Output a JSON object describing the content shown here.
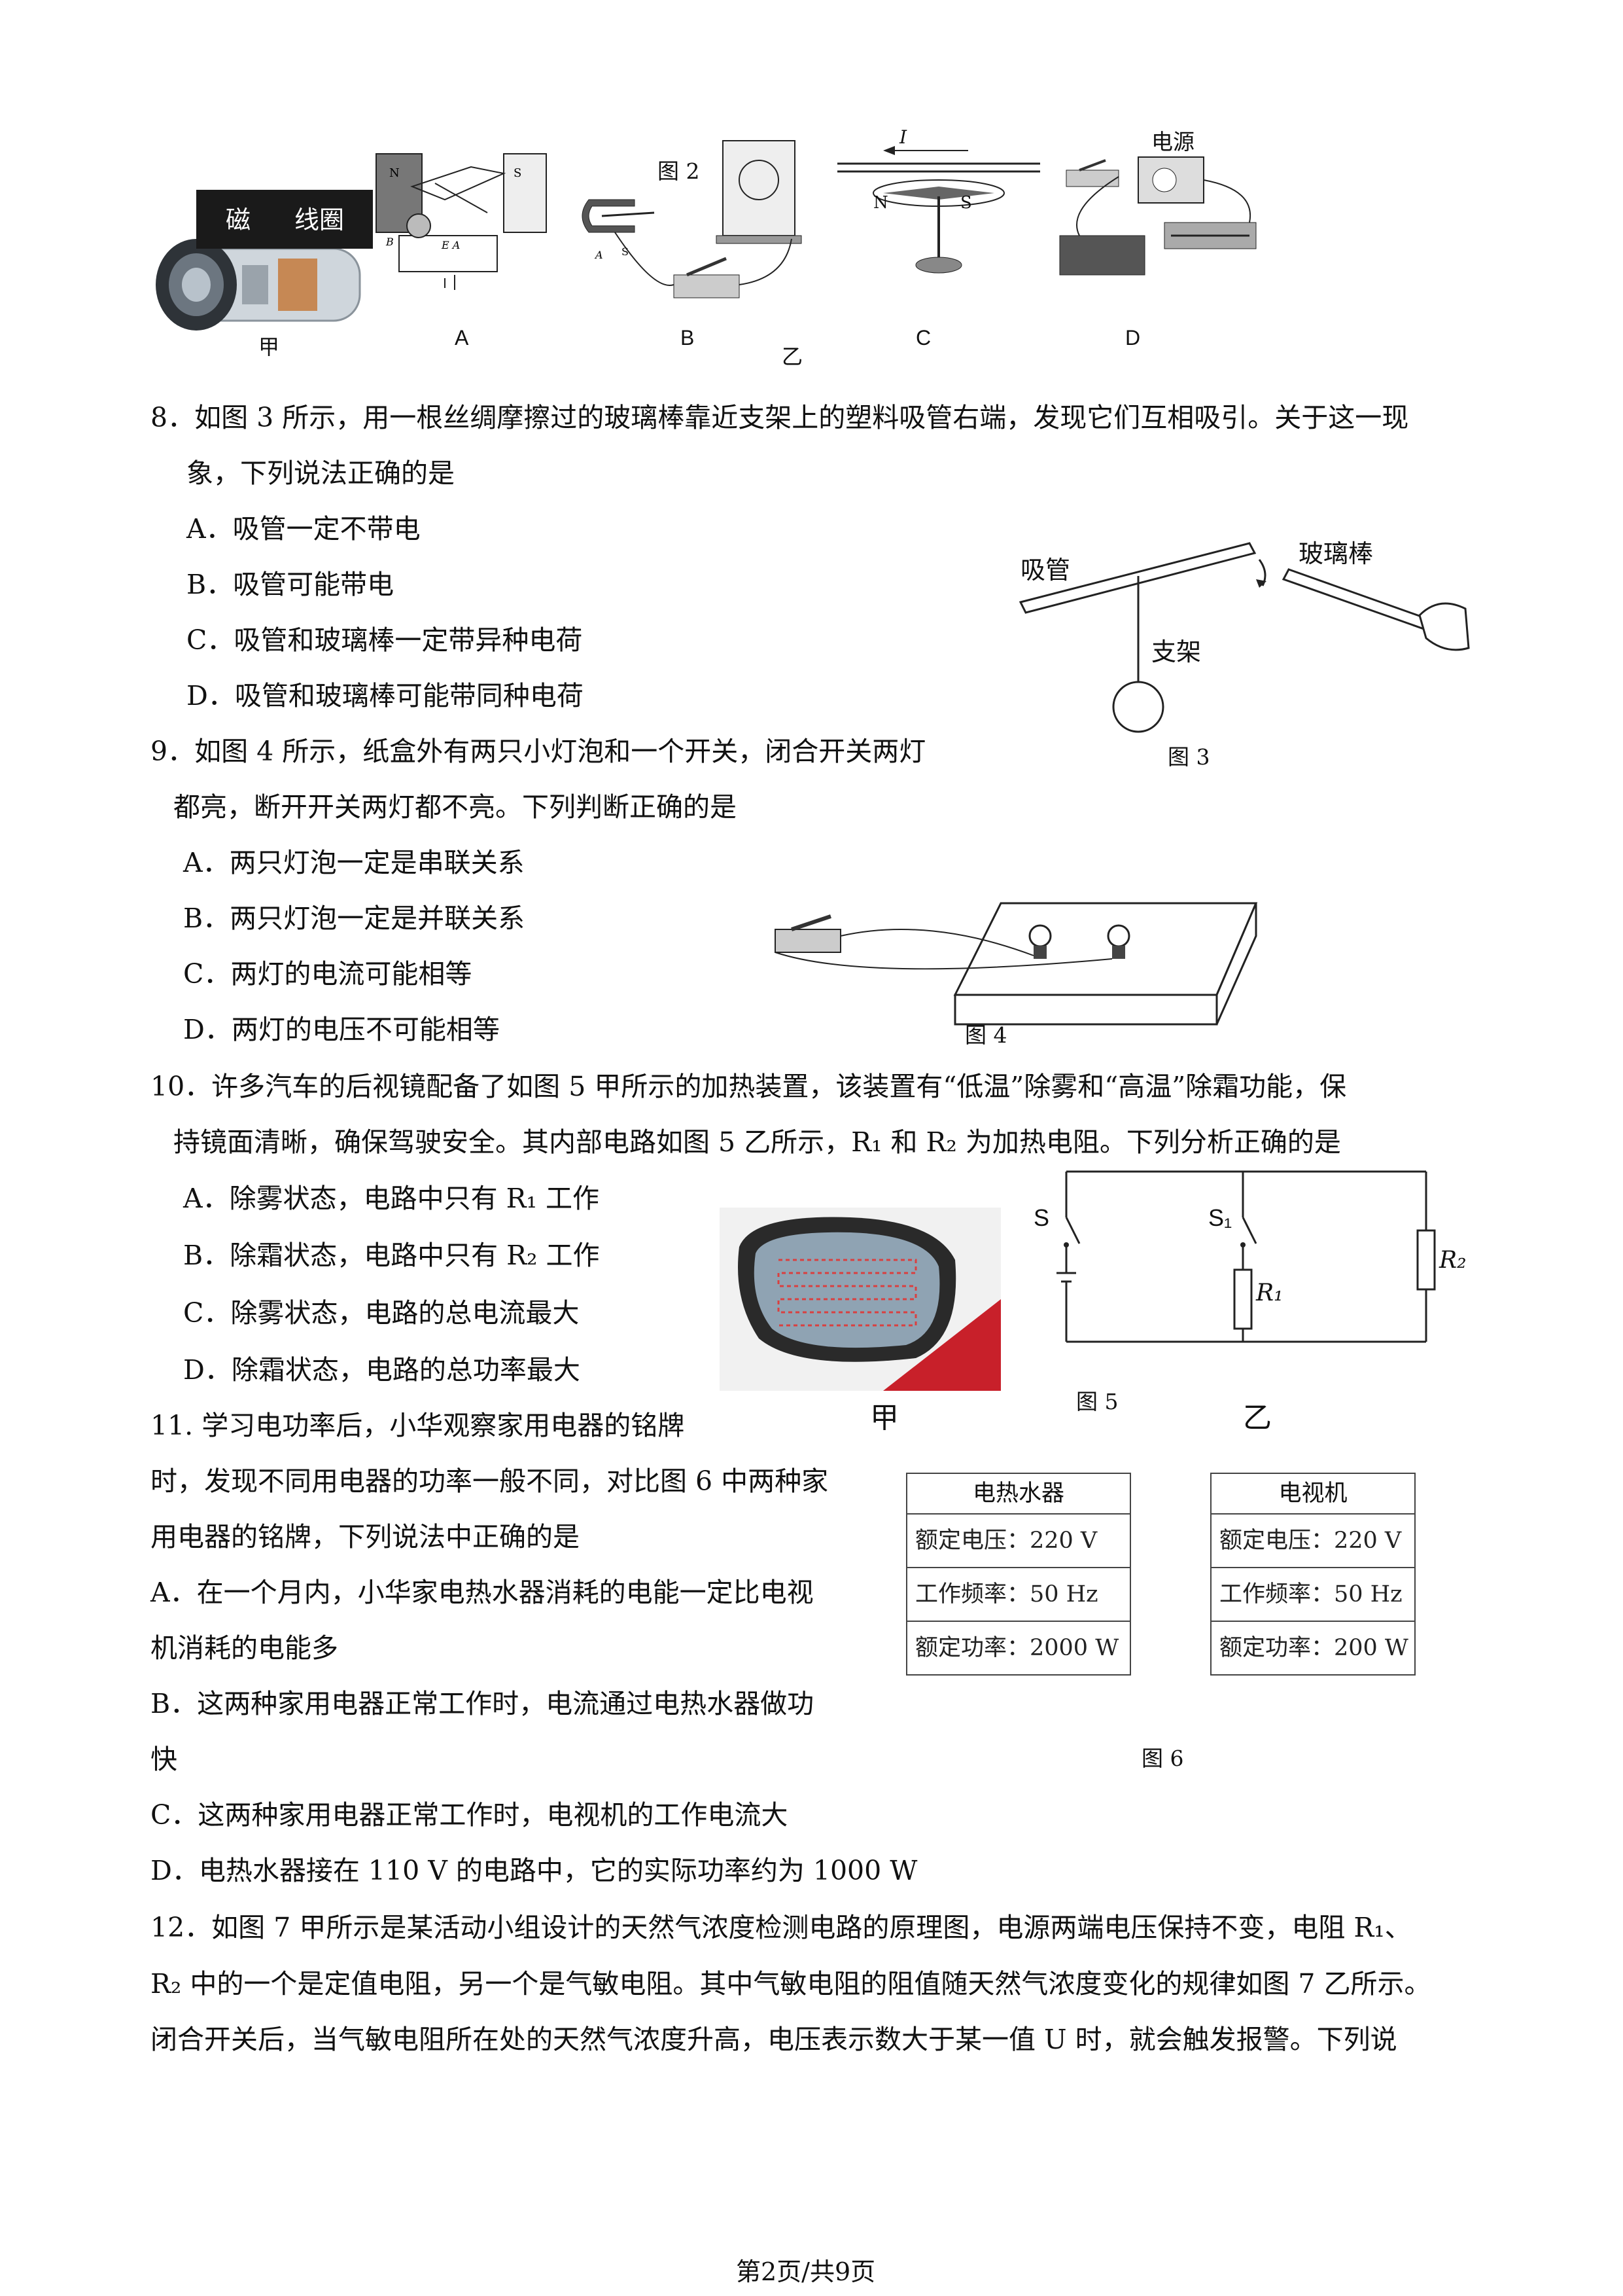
{
  "top_figures": {
    "jia_label_ci": "磁",
    "jia_label_coil": "线圈",
    "jia_caption": "甲",
    "a_caption": "A",
    "b_fig_title": "图 2",
    "b_caption": "B",
    "c_current": "I",
    "c_n": "N",
    "c_s": "S",
    "c_caption": "C",
    "d_power": "电源",
    "d_caption": "D",
    "yi_caption": "乙"
  },
  "q8": {
    "stem_line1": "8．如图 3 所示，用一根丝绸摩擦过的玻璃棒靠近支架上的塑料吸管右端，发现它们互相吸引。关于这一现",
    "stem_line2": "象，下列说法正确的是",
    "options": [
      "A．吸管一定不带电",
      "B．吸管可能带电",
      "C．吸管和玻璃棒一定带异种电荷",
      "D．吸管和玻璃棒可能带同种电荷"
    ],
    "fig_straw": "吸管",
    "fig_rod": "玻璃棒",
    "fig_stand": "支架",
    "fig_caption": "图 3"
  },
  "q9": {
    "stem_line1": "9．如图 4 所示，纸盒外有两只小灯泡和一个开关，闭合开关两灯",
    "stem_line2": "都亮，断开开关两灯都不亮。下列判断正确的是",
    "options": [
      "A．两只灯泡一定是串联关系",
      "B．两只灯泡一定是并联关系",
      "C．两灯的电流可能相等",
      "D．两灯的电压不可能相等"
    ],
    "fig_caption": "图 4"
  },
  "q10": {
    "stem_line1": "10．许多汽车的后视镜配备了如图 5 甲所示的加热装置，该装置有“低温”除雾和“高温”除霜功能，保",
    "stem_line2": "持镜面清晰，确保驾驶安全。其内部电路如图 5 乙所示，R₁ 和 R₂ 为加热电阻。下列分析正确的是",
    "options": [
      "A．除雾状态，电路中只有 R₁ 工作",
      "B．除霜状态，电路中只有 R₂ 工作",
      "C．除雾状态，电路的总电流最大",
      "D．除霜状态，电路的总功率最大"
    ],
    "fig_jia": "甲",
    "fig_caption": "图 5",
    "fig_yi": "乙",
    "circuit_s": "S",
    "circuit_s1": "S₁",
    "circuit_r1": "R₁",
    "circuit_r2": "R₂"
  },
  "q11": {
    "stem_line1": "11. 学习电功率后，小华观察家用电器的铭牌",
    "stem_line2": "时，发现不同用电器的功率一般不同，对比图 6 中两种家",
    "stem_line3": "用电器的铭牌，下列说法中正确的是",
    "option_a_line1": "A．在一个月内，小华家电热水器消耗的电能一定比电视",
    "option_a_line2": "机消耗的电能多",
    "option_b_line1": "B．这两种家用电器正常工作时，电流通过电热水器做功",
    "option_b_line2": "快",
    "option_c": "C．这两种家用电器正常工作时，电视机的工作电流大",
    "option_d": "D．电热水器接在 110 V 的电路中，它的实际功率约为 1000 W",
    "plates": [
      {
        "title": "电热水器",
        "rows": [
          "额定电压：220 V",
          "工作频率：50 Hz",
          "额定功率：2000 W"
        ]
      },
      {
        "title": "电视机",
        "rows": [
          "额定电压：220 V",
          "工作频率：50 Hz",
          "额定功率：200 W"
        ]
      }
    ],
    "fig_caption": "图 6"
  },
  "q12": {
    "stem_line1": "12．如图 7 甲所示是某活动小组设计的天然气浓度检测电路的原理图，电源两端电压保持不变，电阻 R₁、",
    "stem_line2": "R₂ 中的一个是定值电阻，另一个是气敏电阻。其中气敏电阻的阻值随天然气浓度变化的规律如图 7 乙所示。",
    "stem_line3": "闭合开关后，当气敏电阻所在处的天然气浓度升高，电压表示数大于某一值 U 时，就会触发报警。下列说"
  },
  "footer": {
    "page": "第2页/共9页"
  }
}
